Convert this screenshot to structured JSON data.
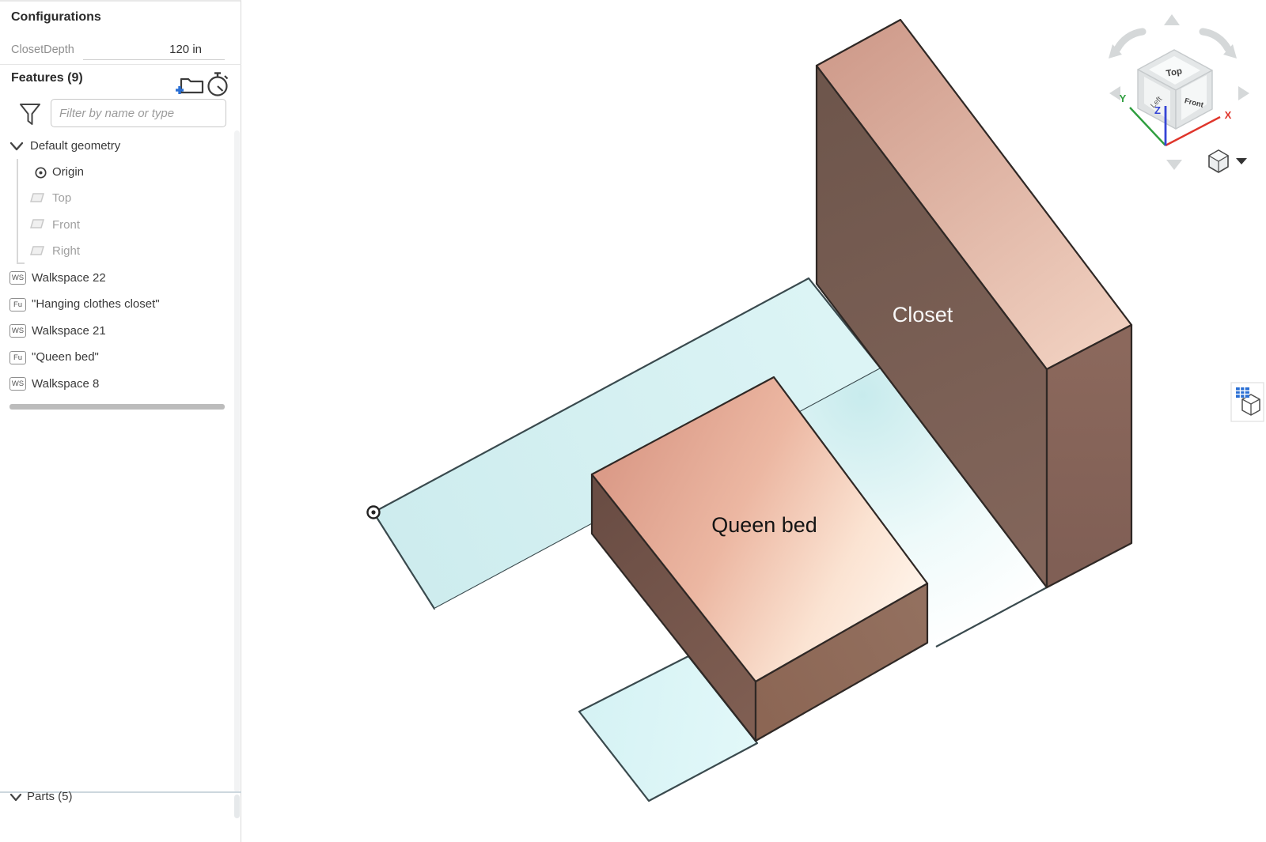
{
  "panel": {
    "configurations": {
      "title": "Configurations"
    },
    "config_rows": [
      {
        "name": "ClosetDepth",
        "value": "120 in"
      }
    ],
    "features": {
      "title": "Features (9)"
    },
    "filter": {
      "placeholder": "Filter by name or type"
    },
    "tree": {
      "root": "Default geometry",
      "default_children": [
        {
          "label": "Origin"
        },
        {
          "label": "Top"
        },
        {
          "label": "Front"
        },
        {
          "label": "Right"
        }
      ],
      "features": [
        {
          "badge": "WS",
          "label": "Walkspace 22"
        },
        {
          "badge": "Fu",
          "label": "\"Hanging clothes closet\""
        },
        {
          "badge": "WS",
          "label": "Walkspace 21"
        },
        {
          "badge": "Fu",
          "label": "\"Queen bed\""
        },
        {
          "badge": "WS",
          "label": "Walkspace 8"
        }
      ]
    },
    "parts": {
      "title": "Parts (5)"
    }
  },
  "viewport": {
    "labels": {
      "closet": "Closet",
      "queen_bed": "Queen bed"
    },
    "colors": {
      "floor_cyan": "#cdecee",
      "wood_top_salmon": "#db9b88",
      "wood_side_dark": "#6d554b",
      "wood_side_medium": "#8a6252",
      "outline_floor": "#3a4a4e",
      "outline_wood": "#2f2825",
      "accent_blue": "#2a6fd4"
    }
  },
  "view_cube": {
    "faces": {
      "top": "Top",
      "left": "Left",
      "front": "Front"
    },
    "axes": {
      "x": "X",
      "y": "Y",
      "z": "Z"
    },
    "axis_colors": {
      "x": "#df352b",
      "y": "#2f9e3f",
      "z": "#3545d6"
    }
  }
}
